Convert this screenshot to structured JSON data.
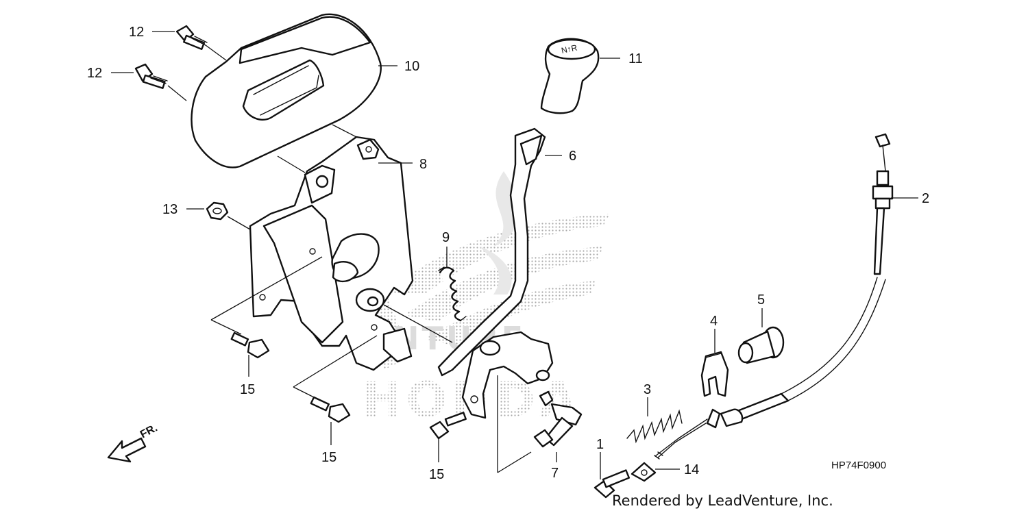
{
  "diagram": {
    "drawing_code": "HP74F0900",
    "credit": "Rendered by LeadVenture, Inc.",
    "front_marker": "FR.",
    "watermark": {
      "brand": "HONDA",
      "venture_text": "VENTURE",
      "color": "#b8b8b8"
    },
    "callouts": [
      {
        "id": "c1",
        "label": "1"
      },
      {
        "id": "c2",
        "label": "2"
      },
      {
        "id": "c3",
        "label": "3"
      },
      {
        "id": "c4",
        "label": "4"
      },
      {
        "id": "c5",
        "label": "5"
      },
      {
        "id": "c6",
        "label": "6"
      },
      {
        "id": "c7",
        "label": "7"
      },
      {
        "id": "c8",
        "label": "8"
      },
      {
        "id": "c9",
        "label": "9"
      },
      {
        "id": "c10",
        "label": "10"
      },
      {
        "id": "c11",
        "label": "11"
      },
      {
        "id": "c12a",
        "label": "12"
      },
      {
        "id": "c12b",
        "label": "12"
      },
      {
        "id": "c13",
        "label": "13"
      },
      {
        "id": "c14",
        "label": "14"
      },
      {
        "id": "c15a",
        "label": "15"
      },
      {
        "id": "c15b",
        "label": "15"
      },
      {
        "id": "c15c",
        "label": "15"
      }
    ]
  }
}
